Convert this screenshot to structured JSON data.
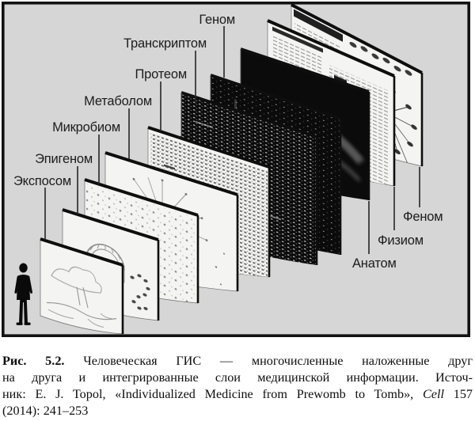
{
  "figure": {
    "left_labels": [
      "Геном",
      "Транскриптом",
      "Протеом",
      "Метаболом",
      "Микробиом",
      "Эпигеном",
      "Экспосом"
    ],
    "right_labels": [
      "Феном",
      "Физиом",
      "Анатом"
    ],
    "colors": {
      "figure_bg": "#d6d6d6",
      "frame": "#121212",
      "panel_light": "#f4f4f2",
      "panel_dark": "#0b0b0b",
      "label_color": "#1c1c1c"
    }
  },
  "caption": {
    "label": "Рис. 5.2.",
    "line1_rest": "Человеческая ГИС — многочисленные наложенные друг",
    "line2": "на друга и интегрированные слои медицинской информации. Источ-",
    "line3_pre": "ник: E. J. Topol, «Individualized Medicine from Prewomb to Tomb», ",
    "line3_italic": "Cell",
    "line3_post": " 157",
    "line4": "(2014): 241–253"
  }
}
